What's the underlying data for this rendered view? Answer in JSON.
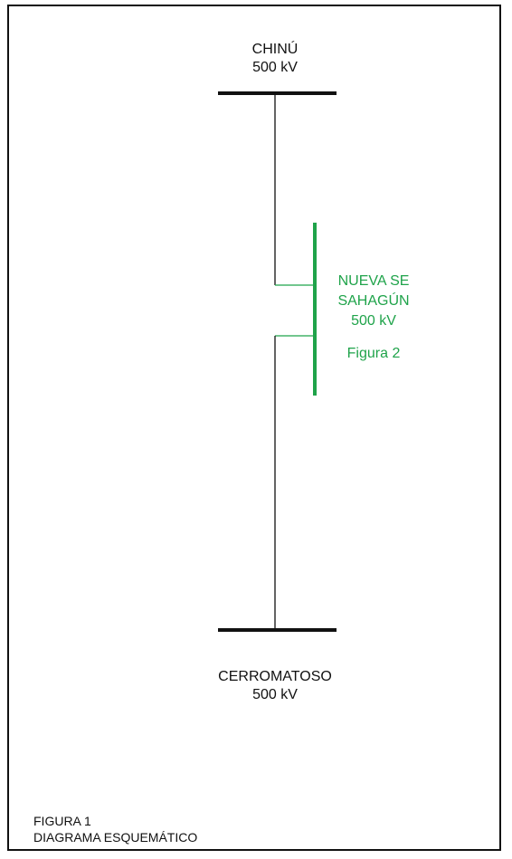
{
  "diagram": {
    "nodes": {
      "chinu": {
        "name": "CHINÚ",
        "voltage": "500 kV"
      },
      "cerromatoso": {
        "name": "CERROMATOSO",
        "voltage": "500 kV"
      },
      "sahagun": {
        "line1": "NUEVA SE",
        "line2": "SAHAGÚN",
        "voltage": "500 kV",
        "reference": "Figura 2"
      }
    },
    "caption": {
      "figure": "FIGURA 1",
      "title": "DIAGRAMA ESQUEMÁTICO"
    },
    "colors": {
      "existing": "#111111",
      "new": "#1fa34a"
    }
  }
}
